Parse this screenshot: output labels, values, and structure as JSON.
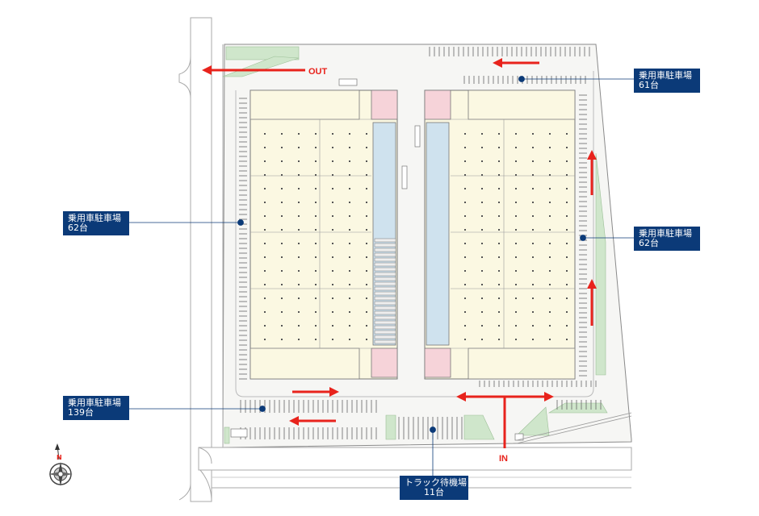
{
  "labels": {
    "out": "OUT",
    "in": "IN"
  },
  "callouts": {
    "parking_top_right": {
      "name": "乗用車駐車場",
      "count": "61台"
    },
    "parking_left": {
      "name": "乗用車駐車場",
      "count": "62台"
    },
    "parking_right": {
      "name": "乗用車駐車場",
      "count": "62台"
    },
    "parking_bottom_left": {
      "name": "乗用車駐車場",
      "count": "139台"
    },
    "truck_waiting": {
      "name": "トラック待機場",
      "count": "11台"
    }
  },
  "compass": {
    "north": "N",
    "icon": "compass-rose-icon"
  },
  "colors": {
    "arrow": "#e8231c",
    "callout_bg": "#0b3a78",
    "warehouse": "#fbf8e2",
    "truck_berth": "#cfe2ee",
    "stair_core": "#f6d3d9",
    "greenery": "#cfe6cb",
    "road": "#ffffff",
    "road_line": "#999999"
  }
}
